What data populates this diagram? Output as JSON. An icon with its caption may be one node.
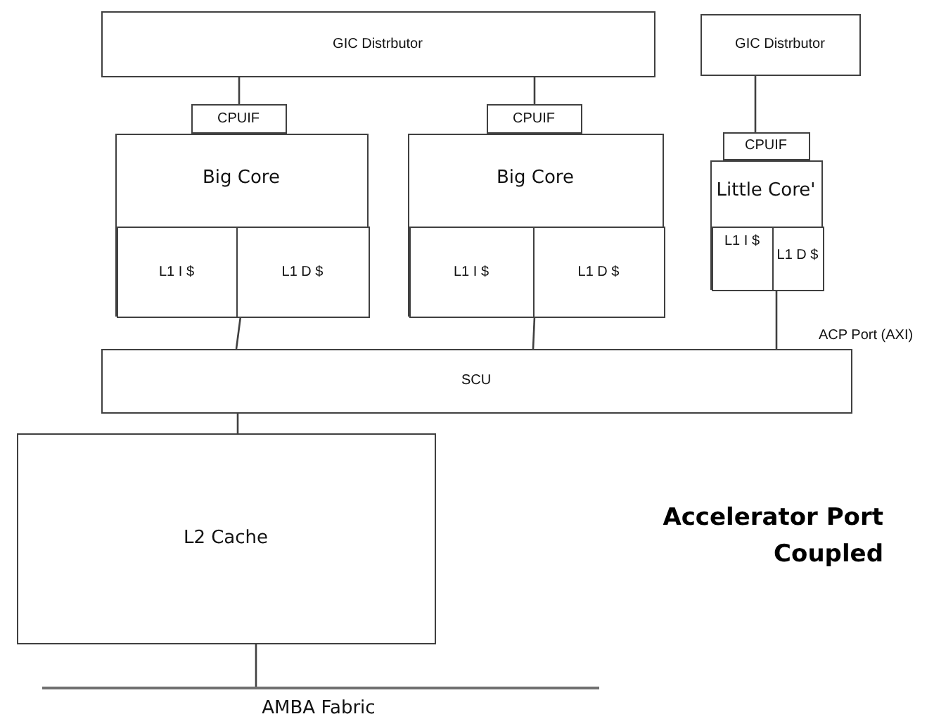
{
  "diagram": {
    "nodes": [
      {
        "text": [
          "GIC Distrbutor"
        ]
      },
      {
        "text": [
          "CPUIF"
        ]
      },
      {
        "text": [
          "CPUIF"
        ]
      },
      {
        "text": [
          "Big Core"
        ]
      },
      {
        "text": [
          "L1 I $"
        ],
        "in": 3
      },
      {
        "text": [
          "L1 D $"
        ],
        "in": 3
      },
      {
        "text": [
          "Big Core"
        ]
      },
      {
        "text": [
          "L1 I $"
        ],
        "in": 6
      },
      {
        "text": [
          "L1 D $"
        ],
        "in": 6
      },
      {
        "text": [
          "GIC Distrbutor"
        ]
      },
      {
        "text": [
          "CPUIF"
        ]
      },
      {
        "text": [
          "Little Core'"
        ]
      },
      {
        "text": [
          "L1 I $"
        ],
        "in": 11
      },
      {
        "text": [
          "L1 D $"
        ],
        "in": 11
      },
      {
        "text": [
          "SCU"
        ]
      },
      {
        "text": [
          "L2 Cache"
        ]
      },
      {
        "text": [
          "AMBA Fabric"
        ]
      }
    ],
    "edges": [
      {
        "from": 0,
        "to": 1,
        "arrow": "none"
      },
      {
        "from": 0,
        "to": 2,
        "arrow": "none"
      },
      {
        "from": 9,
        "to": 10,
        "arrow": "none"
      },
      {
        "from": 5,
        "to": 14,
        "arrow": "none"
      },
      {
        "from": 8,
        "to": 14,
        "arrow": "none"
      },
      {
        "from": 13,
        "to": 14,
        "arrow": "none",
        "label": "ACP Port (AXI)"
      },
      {
        "from": 14,
        "to": 15,
        "arrow": "none"
      },
      {
        "from": 15,
        "to": 16,
        "arrow": "none"
      }
    ],
    "labels": [
      "Accelerator Port Coupled"
    ]
  }
}
